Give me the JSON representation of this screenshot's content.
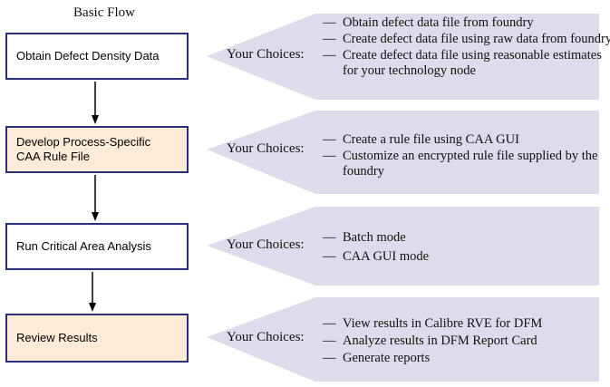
{
  "diagram": {
    "heading": "Basic Flow",
    "choices_label": "Your Choices:",
    "steps": [
      {
        "label": "Obtain Defect Density Data",
        "highlighted": false,
        "choices": [
          "Obtain defect data file from foundry",
          "Create defect data file using raw data from foundry",
          "Create defect data file using reasonable estimates for your technology node"
        ]
      },
      {
        "label": "Develop Process-Specific\nCAA Rule File",
        "highlighted": true,
        "choices": [
          "Create a rule file using CAA GUI",
          "Customize an encrypted rule file supplied by the foundry"
        ]
      },
      {
        "label": "Run Critical Area Analysis",
        "highlighted": false,
        "choices": [
          "Batch mode",
          "CAA GUI mode"
        ]
      },
      {
        "label": "Review Results",
        "highlighted": true,
        "choices": [
          "View results in Calibre RVE for DFM",
          "Analyze results in DFM Report Card",
          "Generate reports"
        ]
      }
    ],
    "colors": {
      "box_border": "#2a2f7a",
      "highlight_fill": "#fdebd8",
      "callout_fill": "#dcdcea",
      "arrow": "#000000"
    }
  }
}
